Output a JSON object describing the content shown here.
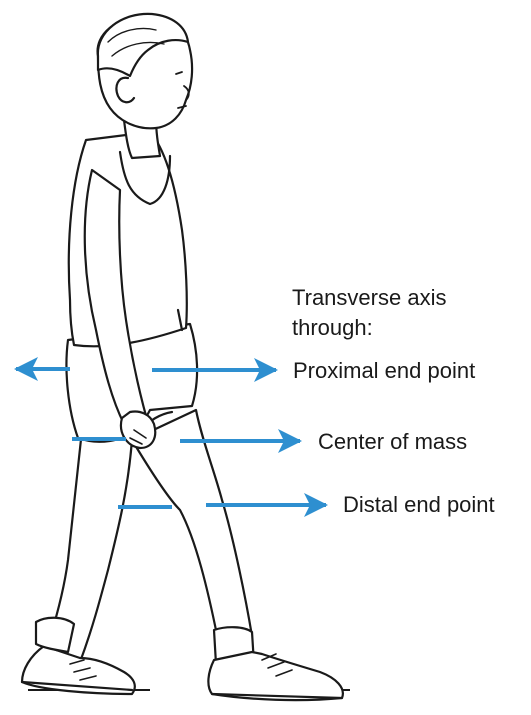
{
  "heading": {
    "line1": "Transverse axis",
    "line2": "through:"
  },
  "labels": {
    "proximal": "Proximal end point",
    "center": "Center of mass",
    "distal": "Distal end point"
  },
  "colors": {
    "arrow": "#2e8fd0",
    "ink": "#1a1a1a"
  },
  "icons": {
    "figure": "walking-person-illustration",
    "arrows": "double-arrow-right"
  }
}
